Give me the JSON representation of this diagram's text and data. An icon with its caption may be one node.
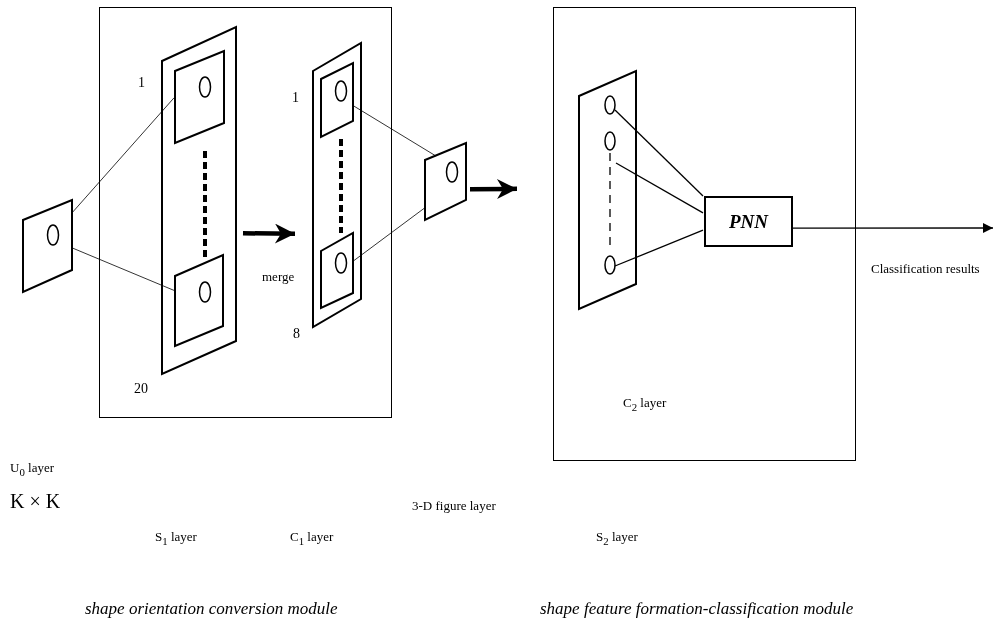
{
  "diagram": {
    "nodes": [
      {
        "text": [],
        "shape": "box"
      },
      {
        "text": [],
        "shape": "box"
      },
      {
        "text": [],
        "shape": "box"
      },
      {
        "text": [],
        "shape": "box",
        "in": 0,
        "beside": [
          "1",
          "20"
        ]
      },
      {
        "text": [],
        "shape": "box",
        "in": 3
      },
      {
        "text": [],
        "shape": "box",
        "in": 3
      },
      {
        "text": [],
        "shape": "box",
        "in": 0,
        "beside": [
          "1",
          "8"
        ]
      },
      {
        "text": [],
        "shape": "box",
        "in": 6
      },
      {
        "text": [],
        "shape": "box",
        "in": 6
      },
      {
        "text": [],
        "shape": "box"
      },
      {
        "text": [],
        "shape": "box",
        "in": 1
      },
      {
        "text": [
          "PNN"
        ],
        "in": 1
      },
      {
        "text": [],
        "shape": "circle",
        "in": 10
      },
      {
        "text": [],
        "shape": "circle",
        "in": 10
      },
      {
        "text": [],
        "shape": "circle",
        "in": 10
      }
    ],
    "edges": [
      {
        "from": 2,
        "to": 4,
        "arrow": "none"
      },
      {
        "from": 2,
        "to": 5,
        "arrow": "none"
      },
      {
        "from": 3,
        "to": 6,
        "arrow": "to",
        "label": "merge",
        "style": "thick"
      },
      {
        "from": 7,
        "to": 9,
        "arrow": "none"
      },
      {
        "from": 8,
        "to": 9,
        "arrow": "none"
      },
      {
        "from": 9,
        "to": 1,
        "arrow": "to",
        "style": "thick"
      },
      {
        "from": 12,
        "to": 11,
        "arrow": "none"
      },
      {
        "from": null,
        "to": 11,
        "arrow": "none"
      },
      {
        "from": 14,
        "to": 11,
        "arrow": "none"
      },
      {
        "from": 11,
        "to": null,
        "arrow": "to"
      }
    ],
    "labels": [
      "C$_{2}$ layer",
      "U$_{0}$ layer",
      "K × K",
      "3-D figure layer",
      "S$_{1}$ layer",
      "C$_{1}$ layer",
      "S$_{2}$ layer",
      "Classification results",
      "shape orientation conversion module",
      "shape feature formation-classification module"
    ]
  }
}
